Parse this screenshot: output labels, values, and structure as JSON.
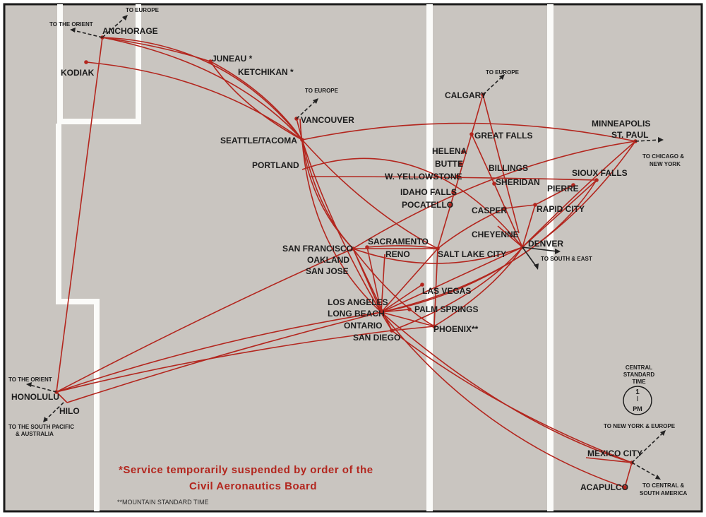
{
  "colors": {
    "background": "#c9c5c0",
    "route": "#b3261e",
    "band": "#fbfbf9",
    "frame": "#1a1a1a"
  },
  "labels": {
    "anchorage": "ANCHORAGE",
    "kodiak": "KODIAK",
    "juneau": "JUNEAU *",
    "ketchikan": "KETCHIKAN *",
    "vancouver": "VANCOUVER",
    "seattle": "SEATTLE/TACOMA",
    "portland": "PORTLAND",
    "calgary": "CALGARY",
    "great_falls": "GREAT FALLS",
    "helena": "HELENA",
    "butte": "BUTTE",
    "w_yellowstone": "W. YELLOWSTONE",
    "idaho_falls": "IDAHO FALLS",
    "pocatello": "POCATELLO",
    "billings": "BILLINGS",
    "sheridan": "SHERIDAN",
    "minneapolis": "MINNEAPOLIS",
    "st_paul": "ST. PAUL",
    "sioux_falls": "SIOUX FALLS",
    "pierre": "PIERRE",
    "rapid_city": "RAPID CITY",
    "casper": "CASPER",
    "cheyenne": "CHEYENNE",
    "denver": "DENVER",
    "salt_lake": "SALT LAKE CITY",
    "sacramento": "SACRAMENTO",
    "reno": "RENO",
    "san_francisco": "SAN  FRANCISCO",
    "oakland": "OAKLAND",
    "san_jose": "SAN JOSE",
    "las_vegas": "LAS VEGAS",
    "los_angeles": "LOS ANGELES",
    "long_beach": "LONG BEACH",
    "ontario": "ONTARIO",
    "palm_springs": "PALM SPRINGS",
    "phoenix": "PHOENIX**",
    "san_diego": "SAN DIEGO",
    "honolulu": "HONOLULU",
    "hilo": "HILO",
    "mexico_city": "MEXICO CITY",
    "acapulco": "ACAPULCO"
  },
  "notes": {
    "to_europe_anchorage": "TO EUROPE",
    "to_orient_anchorage": "TO THE ORIENT",
    "to_europe_vancouver": "TO EUROPE",
    "to_europe_calgary": "TO EUROPE",
    "to_chicago_1": "TO CHICAGO &",
    "to_chicago_2": "NEW YORK",
    "to_south_east": "TO SOUTH & EAST",
    "to_orient_honolulu": "TO THE ORIENT",
    "to_south_pacific_1": "TO THE SOUTH PACIFIC",
    "to_south_pacific_2": "& AUSTRALIA",
    "to_ny_europe": "TO NEW YORK & EUROPE",
    "to_central_1": "TO CENTRAL &",
    "to_central_2": "SOUTH AMERICA"
  },
  "clock": {
    "line1": "CENTRAL",
    "line2": "STANDARD",
    "line3": "TIME",
    "hour": "1",
    "period": "PM"
  },
  "footnote": {
    "line1": "*Service temporarily suspended by order of the",
    "line2": "Civil Aeronautics Board",
    "line3": "**MOUNTAIN STANDARD TIME"
  }
}
